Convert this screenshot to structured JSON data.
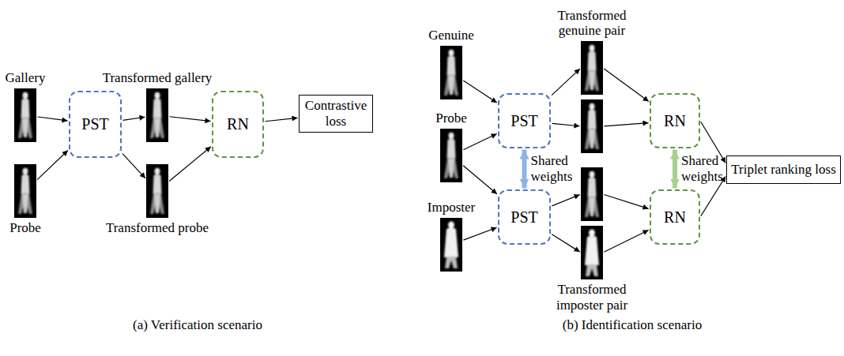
{
  "diagram": {
    "nodes": [
      {
        "text": [
          "Gallery"
        ]
      },
      {
        "text": [
          "Probe"
        ]
      },
      {
        "text": [
          "PST"
        ]
      },
      {
        "text": [
          "Transformed gallery"
        ]
      },
      {
        "text": [
          "Transformed probe"
        ]
      },
      {
        "text": [
          "RN"
        ]
      },
      {
        "text": [
          "Contrastive loss"
        ]
      },
      {
        "text": [
          "Genuine"
        ]
      },
      {
        "text": [
          "Probe"
        ]
      },
      {
        "text": [
          "Imposter"
        ]
      },
      {
        "text": [
          "PST"
        ]
      },
      {
        "text": [
          "PST"
        ]
      },
      {
        "text": [
          "Transformed genuine pair"
        ]
      },
      {
        "text": [
          "Transformed imposter pair"
        ]
      },
      {
        "text": [
          "RN"
        ]
      },
      {
        "text": [
          "RN"
        ]
      },
      {
        "text": [
          "Triplet ranking loss"
        ]
      }
    ],
    "edges": [
      {
        "from": 0,
        "to": 2,
        "arrow": "to"
      },
      {
        "from": 1,
        "to": 2,
        "arrow": "to"
      },
      {
        "from": 2,
        "to": 3,
        "arrow": "to"
      },
      {
        "from": 2,
        "to": 4,
        "arrow": "to"
      },
      {
        "from": 3,
        "to": 5,
        "arrow": "to"
      },
      {
        "from": 4,
        "to": 5,
        "arrow": "to"
      },
      {
        "from": 5,
        "to": 6,
        "arrow": "to"
      },
      {
        "from": 7,
        "to": 10,
        "arrow": "to"
      },
      {
        "from": 8,
        "to": 10,
        "arrow": "to"
      },
      {
        "from": 8,
        "to": 11,
        "arrow": "to"
      },
      {
        "from": 9,
        "to": 11,
        "arrow": "to"
      },
      {
        "from": 10,
        "to": 12,
        "arrow": "to"
      },
      {
        "from": 10,
        "to": 12,
        "arrow": "to"
      },
      {
        "from": 11,
        "to": 13,
        "arrow": "to"
      },
      {
        "from": 11,
        "to": 13,
        "arrow": "to"
      },
      {
        "from": 12,
        "to": 14,
        "arrow": "to"
      },
      {
        "from": 12,
        "to": 14,
        "arrow": "to"
      },
      {
        "from": 13,
        "to": 15,
        "arrow": "to"
      },
      {
        "from": 13,
        "to": 15,
        "arrow": "to"
      },
      {
        "from": 14,
        "to": 16,
        "arrow": "to"
      },
      {
        "from": 15,
        "to": 16,
        "arrow": "to"
      },
      {
        "from": 10,
        "to": 11,
        "arrow": "both",
        "label": "Shared weights"
      },
      {
        "from": 14,
        "to": 15,
        "arrow": "both",
        "label": "Shared weights"
      }
    ],
    "labels": [
      "(a) Verification scenario",
      "(b) Identification scenario"
    ]
  }
}
